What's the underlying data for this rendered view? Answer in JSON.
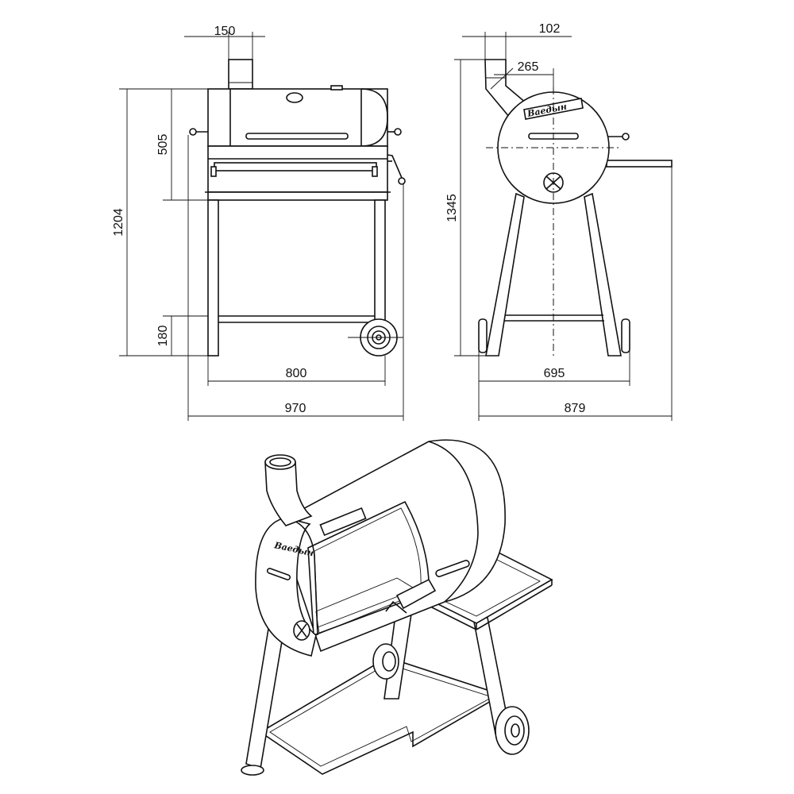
{
  "dimensions": {
    "front": {
      "chimney_width": "150",
      "chamber_height": "505",
      "total_height": "1204",
      "shelf_height": "180",
      "frame_width": "800",
      "total_width": "970"
    },
    "side": {
      "chimney_offset": "102",
      "chimney_reach": "265",
      "total_height": "1345",
      "leg_spread": "695",
      "total_width": "879"
    }
  },
  "logo": {
    "text": "Ваедын"
  },
  "colors": {
    "line": "#111111",
    "background": "#ffffff"
  }
}
